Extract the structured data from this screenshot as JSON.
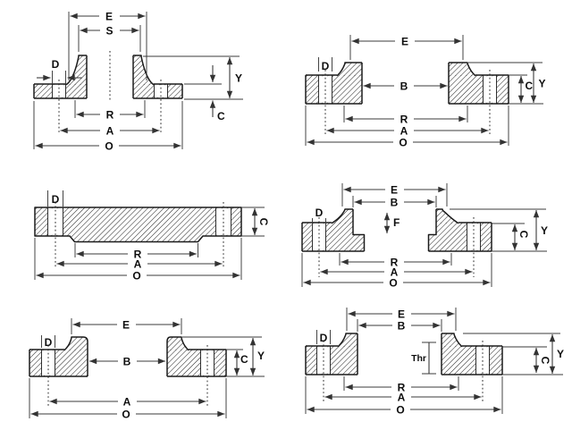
{
  "page": {
    "background": "#ffffff",
    "line_color": "#1b1b1b",
    "dimension_color": "#3b3b3b"
  },
  "diagrams": [
    {
      "id": "flange-top-left",
      "labels": {
        "E": "E",
        "S": "S",
        "D": "D",
        "Y": "Y",
        "C": "C",
        "R": "R",
        "A": "A",
        "O": "O"
      }
    },
    {
      "id": "flange-top-right",
      "labels": {
        "E": "E",
        "D": "D",
        "B": "B",
        "C": "C",
        "Y": "Y",
        "R": "R",
        "A": "A",
        "O": "O"
      }
    },
    {
      "id": "flange-middle-left",
      "labels": {
        "D": "D",
        "C": "C",
        "R": "R",
        "A": "A",
        "O": "O"
      }
    },
    {
      "id": "flange-middle-right",
      "labels": {
        "E": "E",
        "B": "B",
        "F": "F",
        "D": "D",
        "C": "C",
        "Y": "Y",
        "R": "R",
        "A": "A",
        "O": "O"
      }
    },
    {
      "id": "flange-bottom-left",
      "labels": {
        "E": "E",
        "D": "D",
        "B": "B",
        "C": "C",
        "Y": "Y",
        "A": "A",
        "O": "O"
      }
    },
    {
      "id": "flange-bottom-right",
      "labels": {
        "E": "E",
        "B": "B",
        "D": "D",
        "Thr": "Thr",
        "C": "C",
        "Y": "Y",
        "R": "R",
        "A": "A",
        "O": "O"
      }
    }
  ]
}
